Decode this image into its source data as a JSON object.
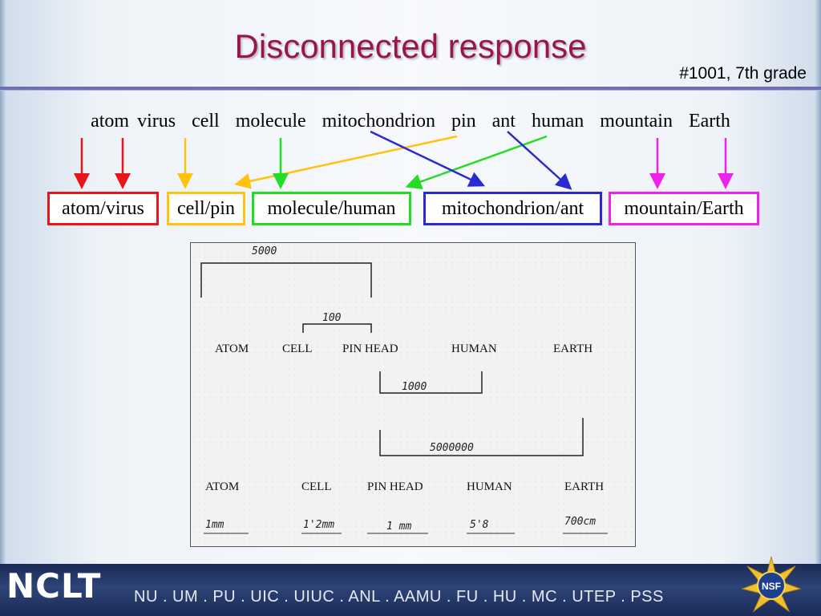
{
  "slide": {
    "title": "Disconnected response",
    "subtitle": "#1001, 7th grade",
    "terms_line": "atom virus  cell  molecule  mitochondrion  pin  ant  human  mountain  Earth"
  },
  "groups": [
    {
      "label": "atom/virus",
      "color": "#e8161b"
    },
    {
      "label": "cell/pin",
      "color": "#ffc20e"
    },
    {
      "label": "molecule/human",
      "color": "#22dd22"
    },
    {
      "label": "mitochondrion/ant",
      "color": "#2a2ad0"
    },
    {
      "label": "mountain/Earth",
      "color": "#ee22ee"
    }
  ],
  "scan": {
    "top_row": {
      "labels": [
        "ATOM",
        "CELL",
        "PIN HEAD",
        "HUMAN",
        "EARTH"
      ],
      "brackets": [
        "5000",
        "100",
        "1000",
        "5000000"
      ]
    },
    "bottom_row": {
      "labels": [
        "ATOM",
        "CELL",
        "PIN HEAD",
        "HUMAN",
        "EARTH"
      ],
      "values": [
        "1mm",
        "1'2mm",
        "1 mm",
        "5'8",
        "700cm"
      ]
    }
  },
  "footer": {
    "logo": "NCLT",
    "orgs": "NU . UM . PU . UIC . UIUC . ANL . AAMU . FU . HU . MC . UTEP . PSS",
    "badge": "NSF"
  }
}
